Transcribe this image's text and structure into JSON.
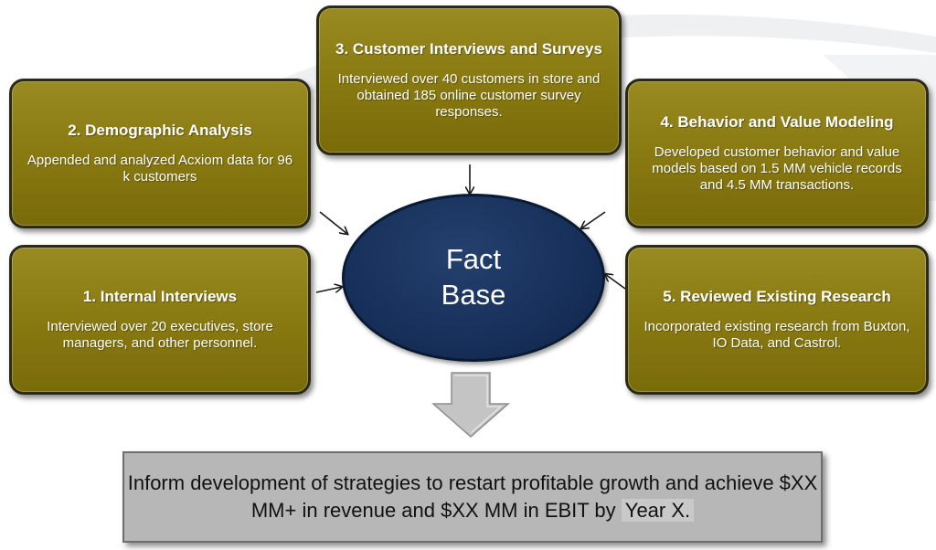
{
  "boxes": {
    "b1": {
      "title": "1. Internal Interviews",
      "body": "Interviewed over 20 executives, store managers, and other personnel."
    },
    "b2": {
      "title": "2. Demographic Analysis",
      "body": "Appended and analyzed Acxiom data for 96 k customers"
    },
    "b3": {
      "title": "3. Customer Interviews and Surveys",
      "body": "Interviewed over 40 customers in store and obtained  185 online customer survey responses."
    },
    "b4": {
      "title": "4. Behavior and Value Modeling",
      "body": "Developed customer behavior and value models based on 1.5 MM vehicle records and 4.5 MM transactions."
    },
    "b5": {
      "title": "5. Reviewed Existing Research",
      "body": "Incorporated existing research from Buxton, IO Data, and Castrol."
    }
  },
  "center": {
    "label": "Fact Base"
  },
  "result": {
    "text": "Inform development of strategies to restart profitable growth and achieve $XX MM+ in revenue and $XX MM in EBIT by",
    "highlight": "Year X."
  },
  "colors": {
    "box_fill": "#8a7b12",
    "box_border": "#2b2a18",
    "center_fill": "#17305a",
    "result_fill": "#b7b7b7",
    "down_arrow": "#c4c4c4"
  }
}
